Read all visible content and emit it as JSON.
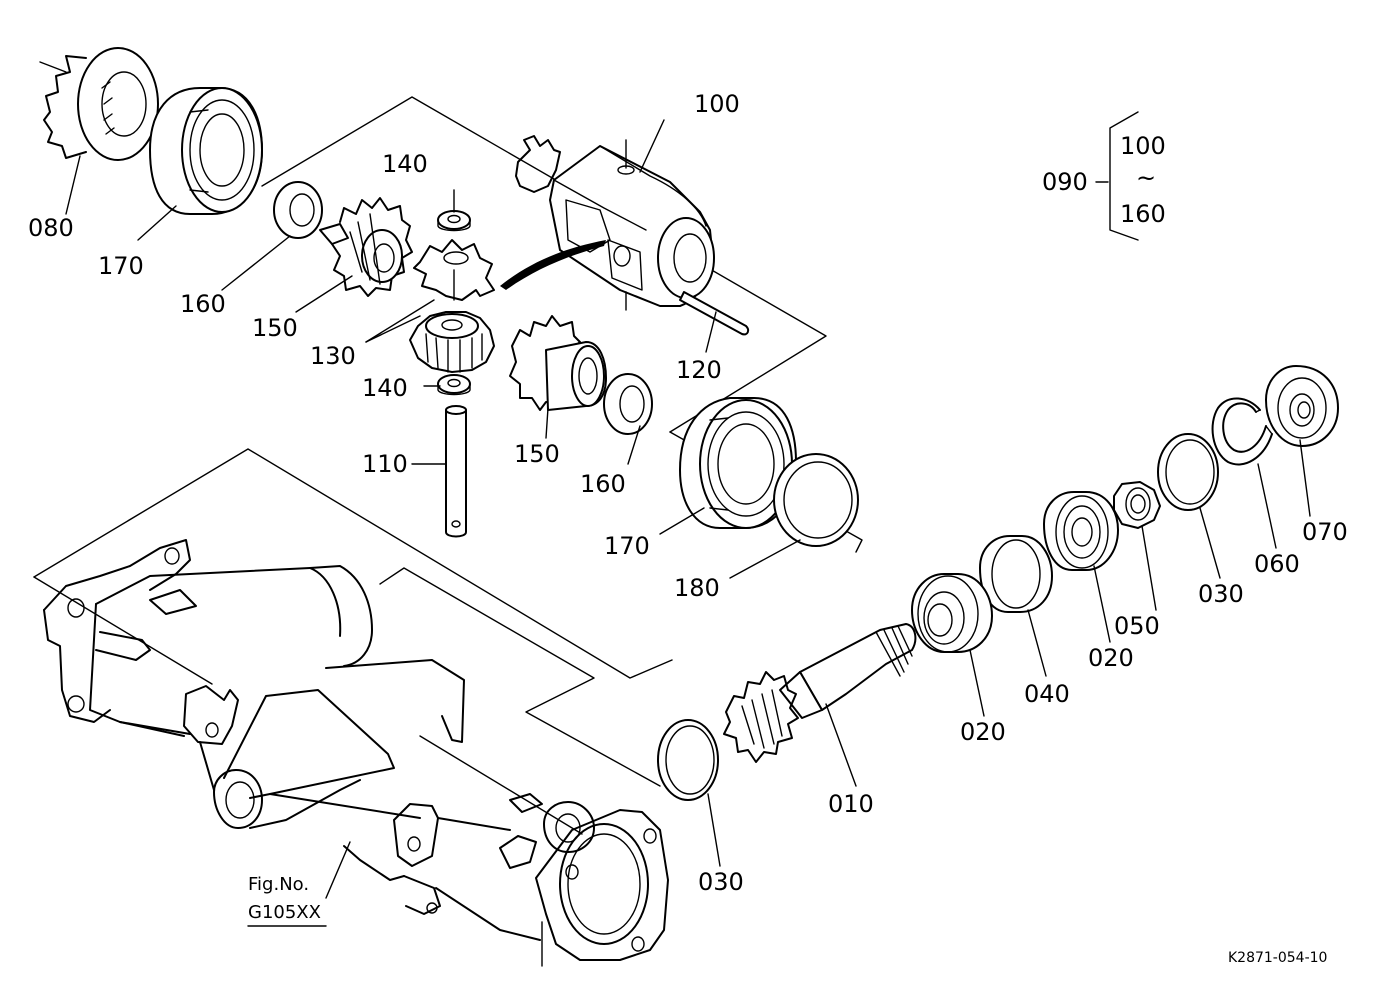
{
  "labels": {
    "p010": "010",
    "p020a": "020",
    "p020b": "020",
    "p030a": "030",
    "p030b": "030",
    "p040": "040",
    "p050": "050",
    "p060": "060",
    "p070": "070",
    "p080": "080",
    "p090": "090",
    "p100": "100",
    "p110": "110",
    "p120": "120",
    "p130": "130",
    "p140a": "140",
    "p140b": "140",
    "p150a": "150",
    "p150b": "150",
    "p160a": "160",
    "p160b": "160",
    "p170a": "170",
    "p170b": "170",
    "p180": "180"
  },
  "assembly_group": {
    "start": "100",
    "tilde": "~",
    "end": "160"
  },
  "figure_ref": {
    "line1": "Fig.No.",
    "line2": "G105XX"
  },
  "drawing_code": "K2871-054-10"
}
